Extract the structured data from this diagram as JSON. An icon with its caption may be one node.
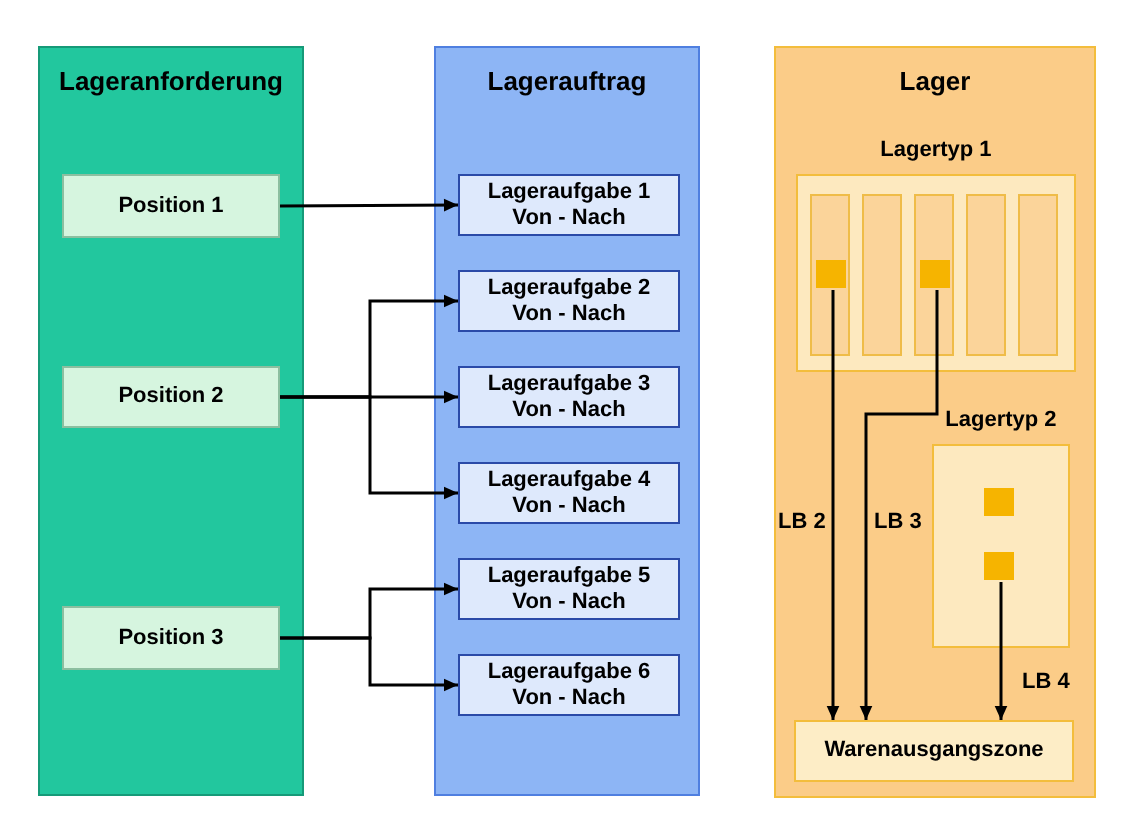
{
  "diagram": {
    "nodes": [
      {
        "text": [
          "Lageranforderung"
        ]
      },
      {
        "text": [
          "Position 1"
        ],
        "in": 0
      },
      {
        "text": [
          "Position 2"
        ],
        "in": 0
      },
      {
        "text": [
          "Position 3"
        ],
        "in": 0
      },
      {
        "text": [
          "Lagerauftrag"
        ]
      },
      {
        "text": [
          "Lageraufgabe 1",
          "Von - Nach"
        ],
        "in": 4
      },
      {
        "text": [
          "Lageraufgabe 2",
          "Von - Nach"
        ],
        "in": 4
      },
      {
        "text": [
          "Lageraufgabe 3",
          "Von - Nach"
        ],
        "in": 4
      },
      {
        "text": [
          "Lageraufgabe 4",
          "Von - Nach"
        ],
        "in": 4
      },
      {
        "text": [
          "Lageraufgabe 5",
          "Von - Nach"
        ],
        "in": 4
      },
      {
        "text": [
          "Lageraufgabe 6",
          "Von - Nach"
        ],
        "in": 4
      },
      {
        "text": [
          "Lager"
        ]
      },
      {
        "text": [
          "Lagertyp 1"
        ],
        "in": 11
      },
      {
        "text": [],
        "shape": "box",
        "in": 12
      },
      {
        "text": [],
        "shape": "box",
        "in": 13
      },
      {
        "text": [],
        "shape": "box",
        "in": 12
      },
      {
        "text": [],
        "shape": "box",
        "in": 12
      },
      {
        "text": [],
        "shape": "box",
        "in": 16
      },
      {
        "text": [],
        "shape": "box",
        "in": 12
      },
      {
        "text": [],
        "shape": "box",
        "in": 12
      },
      {
        "text": [
          "Lagertyp 2"
        ],
        "in": 11
      },
      {
        "text": [],
        "shape": "box",
        "in": 20
      },
      {
        "text": [],
        "shape": "box",
        "in": 20
      },
      {
        "text": [
          "Warenausgangszone"
        ],
        "in": 11
      }
    ],
    "edges": [
      {
        "from": 1,
        "to": 5,
        "arrow": "to"
      },
      {
        "from": 2,
        "to": 6,
        "arrow": "to"
      },
      {
        "from": 2,
        "to": 7,
        "arrow": "to"
      },
      {
        "from": 2,
        "to": 8,
        "arrow": "to"
      },
      {
        "from": 3,
        "to": 9,
        "arrow": "to"
      },
      {
        "from": 3,
        "to": 10,
        "arrow": "to"
      },
      {
        "from": 14,
        "to": 23,
        "arrow": "to",
        "label": "LB 2"
      },
      {
        "from": 17,
        "to": 23,
        "arrow": "to",
        "label": "LB 3"
      },
      {
        "from": 22,
        "to": 23,
        "arrow": "to",
        "label": "LB 4"
      }
    ]
  }
}
